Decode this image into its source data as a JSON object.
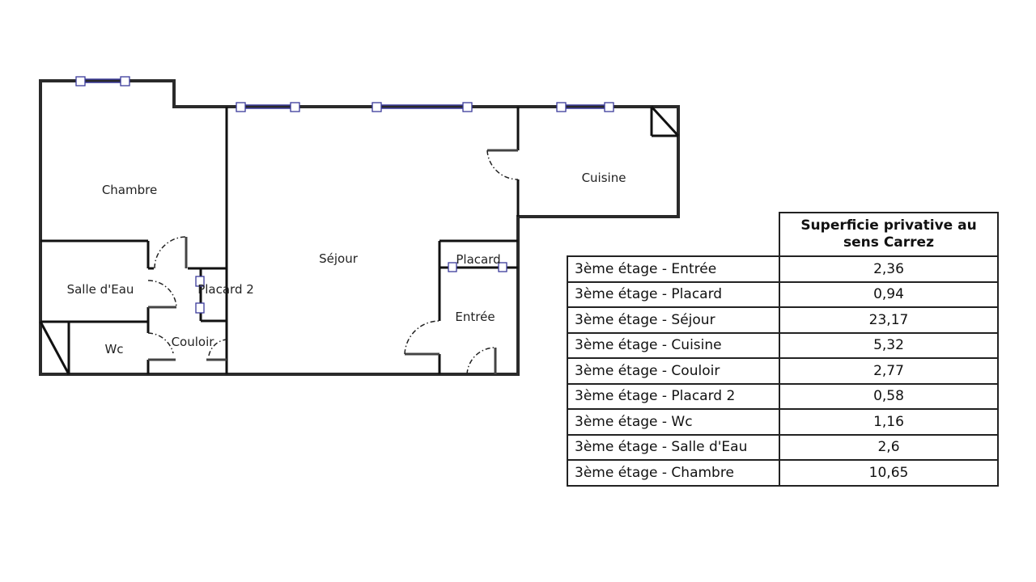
{
  "plan": {
    "rooms": {
      "chambre": "Chambre",
      "sejour": "Séjour",
      "cuisine": "Cuisine",
      "salle_eau": "Salle d'Eau",
      "placard2": "Placard 2",
      "wc": "Wc",
      "couloir": "Couloir",
      "placard": "Placard",
      "entree": "Entrée"
    }
  },
  "table": {
    "header": "Superficie privative au sens Carrez",
    "rows": [
      {
        "name": "3ème étage - Entrée",
        "value": "2,36"
      },
      {
        "name": "3ème étage - Placard",
        "value": "0,94"
      },
      {
        "name": "3ème étage - Séjour",
        "value": "23,17"
      },
      {
        "name": "3ème étage - Cuisine",
        "value": "5,32"
      },
      {
        "name": "3ème étage - Couloir",
        "value": "2,77"
      },
      {
        "name": "3ème étage - Placard 2",
        "value": "0,58"
      },
      {
        "name": "3ème étage - Wc",
        "value": "1,16"
      },
      {
        "name": "3ème étage - Salle d'Eau",
        "value": "2,6"
      },
      {
        "name": "3ème étage - Chambre",
        "value": "10,65"
      }
    ]
  }
}
